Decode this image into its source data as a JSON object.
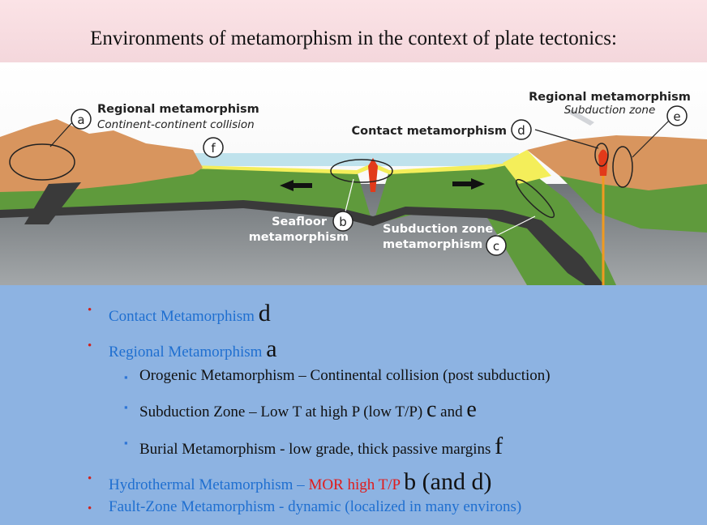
{
  "slide": {
    "title": "Environments of metamorphism in the context of plate tectonics:"
  },
  "diagram": {
    "labels": {
      "a_title": "Regional metamorphism",
      "a_sub": "Continent-continent collision",
      "e_title": "Regional metamorphism",
      "e_sub": "Subduction zone",
      "d_title": "Contact metamorphism",
      "b_line1": "Seafloor",
      "b_line2": "metamorphism",
      "c_line1": "Subduction zone",
      "c_line2": "metamorphism"
    },
    "markers": {
      "a": "a",
      "b": "b",
      "c": "c",
      "d": "d",
      "e": "e",
      "f": "f"
    },
    "colors": {
      "crust": "#d8955e",
      "ocean": "#bfe2ec",
      "lithosphere": "#5f9a3c",
      "mantle": "#8a8f92",
      "slab": "#3a3a3a",
      "magma": "#e23a1a",
      "sediment": "#f4ee5a"
    }
  },
  "bullets": [
    {
      "label": "Contact Metamorphism",
      "letter": "d"
    },
    {
      "label": "Regional Metamorphism",
      "letter": "a"
    },
    {
      "label": "Orogenic Metamorphism – Continental collision (post subduction)"
    },
    {
      "label": "Subduction Zone – Low T at high P (low T/P)",
      "letter": "c",
      "conj": "and",
      "letter2": "e"
    },
    {
      "label": "Burial Metamorphism  - low grade, thick passive margins",
      "letter": "f"
    },
    {
      "label": "Hydrothermal Metamorphism –",
      "highlight": "MOR high T/P",
      "letter": "b (and d)"
    },
    {
      "label": "Fault-Zone Metamorphism  - dynamic (localized in many environs)"
    }
  ]
}
